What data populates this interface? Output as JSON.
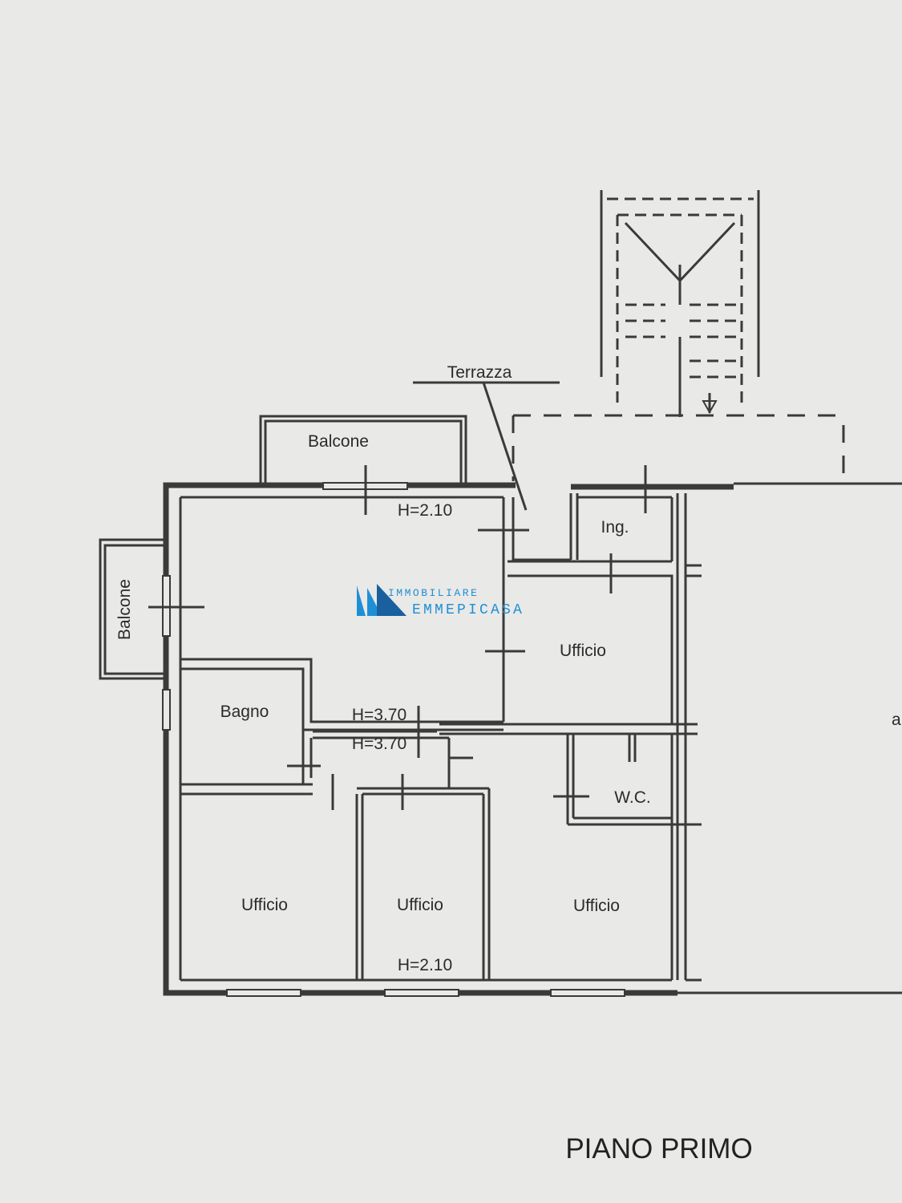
{
  "colors": {
    "paper": "#e9e9e7",
    "ink": "#3a3a3a",
    "logo_blue": "#1e8fd6",
    "logo_dark": "#1a5f9e"
  },
  "labels": {
    "terrazza": "Terrazza",
    "balcone_top": "Balcone",
    "balcone_left": "Balcone",
    "h_top": "H=2.10",
    "ing": "Ing.",
    "ufficio_right": "Ufficio",
    "bagno": "Bagno",
    "h_mid1": "H=3.70",
    "h_mid2": "H=3.70",
    "wc": "W.C.",
    "ufficio_bl": "Ufficio",
    "ufficio_bm": "Ufficio",
    "ufficio_br": "Ufficio",
    "h_bottom": "H=2.10",
    "edge_letter": "a"
  },
  "logo": {
    "line1": "IMMOBILIARE",
    "line2": "EMMEPICASA"
  },
  "floor_title": "PIANO PRIMO"
}
